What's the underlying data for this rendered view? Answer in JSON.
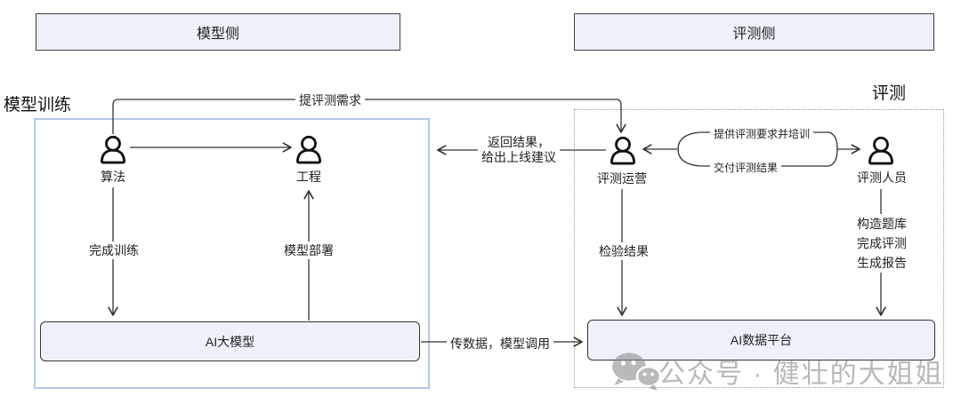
{
  "headers": {
    "model_side": "模型侧",
    "evaluation_side": "评测侧"
  },
  "section_labels": {
    "model_training": "模型训练",
    "evaluation": "评测"
  },
  "nodes": {
    "algorithm": {
      "label": "算法",
      "icon": "person-icon"
    },
    "engineering": {
      "label": "工程",
      "icon": "person-icon"
    },
    "evaluation_ops": {
      "label": "评测运营",
      "icon": "person-icon"
    },
    "evaluation_staff": {
      "label": "评测人员",
      "icon": "person-icon"
    },
    "ai_model": {
      "label": "AI大模型"
    },
    "ai_data_platform": {
      "label": "AI数据平台"
    }
  },
  "edges": {
    "submit_eval_request": {
      "label": "提评测需求",
      "from": "algorithm",
      "to": "evaluation_ops"
    },
    "algorithm_to_engineering": {
      "from": "algorithm",
      "to": "engineering"
    },
    "complete_training": {
      "label": "完成训练",
      "from": "algorithm",
      "to": "ai_model"
    },
    "model_deployment": {
      "label": "模型部署",
      "from": "ai_model",
      "to": "engineering"
    },
    "return_results": {
      "line1": "返回结果，",
      "line2": "给出上线建议",
      "from": "evaluation_ops",
      "to": "model_side"
    },
    "provide_requirements_training": {
      "label": "提供评测要求并培训",
      "between": [
        "evaluation_ops",
        "evaluation_staff"
      ]
    },
    "deliver_eval_results": {
      "label": "交付评测结果",
      "between": [
        "evaluation_staff",
        "evaluation_ops"
      ]
    },
    "verify_results": {
      "label": "检验结果",
      "from": "evaluation_ops",
      "to": "ai_data_platform"
    },
    "staff_tasks": {
      "line1": "构造题库",
      "line2": "完成评测",
      "line3": "生成报告",
      "from": "evaluation_staff",
      "to": "ai_data_platform"
    },
    "pass_data_model_call": {
      "label": "传数据，模型调用",
      "from": "ai_model",
      "to": "ai_data_platform"
    }
  },
  "watermark": {
    "icon": "wechat-icon",
    "text": "公众号 · 健壮的大姐姐"
  },
  "colors": {
    "box_fill": "#edf1f9",
    "box_border": "#3f3f3f",
    "blue_container_border": "#b5c6ee",
    "dotted_container_border": "#979797",
    "line": "#333333",
    "watermark": "#8d8d8d"
  }
}
